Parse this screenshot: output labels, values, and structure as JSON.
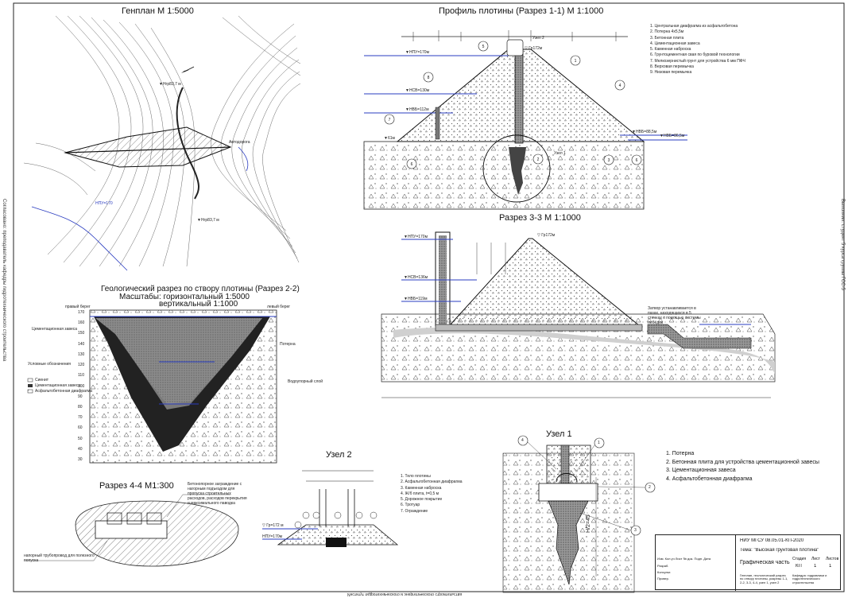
{
  "titles": {
    "genplan": "Генплан М 1:5000",
    "profile": "Профиль плотины (Разрез 1-1)  М 1:1000",
    "section33": "Разрез 3-3  М 1:1000",
    "geo_line1": "Геологический разрез по створу плотины (Разрез 2-2)",
    "geo_line2": "Масштабы: горизонтальный 1:5000",
    "geo_line3": "вертикальный 1:1000",
    "section44": "Разрез 4-4  М1:300",
    "node2": "Узел 2",
    "node1": "Узел 1"
  },
  "profile_legend": [
    "1.   Центральная диафрагма из асфальтобетона",
    "2.   Потерна 4х5,5м",
    "3.   Бетонная плита",
    "4.   Цементационная завеса",
    "5.   Каменная наброска",
    "6.   Грунтоцементная свая по буровой технологии",
    "7.   Мелкозернистый грунт для устройства 6 мм ПФЧ",
    "8.   Верховая перемычка",
    "9.   Низовая перемычка"
  ],
  "node2_legend": [
    "1.  Тело плотины",
    "2.  Асфальтобетонная диафрагма",
    "3.  Каменная наброска",
    "4.  Ж/б плита, t=0,5 м",
    "5.  Дорожное покрытие",
    "6.  Тротуар",
    "7.  Ограждение"
  ],
  "node1_legend": [
    "1.   Потерна",
    "2.   Бетонная плита для устройства цементационной завесы",
    "3.   Цементационная завеса",
    "4.   Асфальтобетонная диафрагма"
  ],
  "geo_legend": {
    "heading": "Условные обозначения",
    "items": [
      "Сиенит",
      "Цементационная завеса",
      "Асфальтобетонная диафрагма"
    ]
  },
  "genplan_labels": {
    "elev_top": "▼Нгр83,7 м",
    "elev_bottom": "▼Нгр83,7 м",
    "npu": "НПУ=170",
    "road": "Автодорога"
  },
  "profile_labels": {
    "crest": "▽ Гр172м",
    "npu": "▼НПУ=170м",
    "fsl": "▼НСВ=130м",
    "umo": "▼НВБ=112м",
    "tail1": "▼НВБ=88,5м",
    "tail2": "▼НВБ=86,5м",
    "base": "▼61м",
    "node1": "Узел 1",
    "node2": "Узел 2"
  },
  "section33_labels": {
    "npu": "▼НПУ=170м",
    "fsl": "▼НСВ=136м",
    "umo": "▼НВБ=119м",
    "crest": "▽ Гр172м",
    "note": "Затвор устанавливается в пазах, находящихся в 5 стенках с помощью системы лебёдок"
  },
  "geo_labels": {
    "right_bank": "правый берег",
    "left_bank": "левый берег",
    "curtain": "Цементационная завеса",
    "gallery": "Потерна",
    "water_resist": "Водоупорный слой",
    "elevations": [
      "170",
      "160",
      "150",
      "140",
      "130",
      "120",
      "110",
      "100",
      "90",
      "80",
      "70",
      "60",
      "50",
      "40",
      "30"
    ]
  },
  "section44_labels": {
    "road": "Бетонопорное заграждение с нагорным подъездом для пропуска строительных расходов, расходов перекрытия и максимального паводка",
    "pipe": "напорный трубопровод для полезного попуска"
  },
  "node2_labels": {
    "crest": "▽ Гр=172 м",
    "npu": "НПУ=170м"
  },
  "node1_labels": {
    "dim_h": "H/2=45",
    "callouts": [
      "1",
      "2",
      "3",
      "4"
    ]
  },
  "stamp": {
    "code": "НИУ МГСУ 08.05.01-КП-2020",
    "topic": "Тема: \"Высокая грунтовая плотина\"",
    "part": "Графическая часть",
    "stage_hdr": "Стадия",
    "sheet_hdr": "Лист",
    "sheets_hdr": "Листов",
    "stage": "КП",
    "sheet": "1",
    "sheets": "1",
    "content": "Генплан, геологический разрез по створу плотины, разрезы 1-1, 2-2, 3-3, 4-4, узел 1, узел 2",
    "dept": "Кафедра: гидравлики и гидротехнического строительства",
    "rows": [
      "Изм.",
      "Кол.уч",
      "Лист",
      "№ док.",
      "Подп.",
      "Дата"
    ],
    "roles": [
      "Разраб.",
      "Консульт.",
      "Провер."
    ]
  },
  "side_left": "Согласовано: преподаватель кафедры гидротехнического строительства",
  "side_right": "Выполнил: студент 5 курса группы ГСС-5",
  "bottom_text": "Институт гидротехнического и энергетического строительства"
}
